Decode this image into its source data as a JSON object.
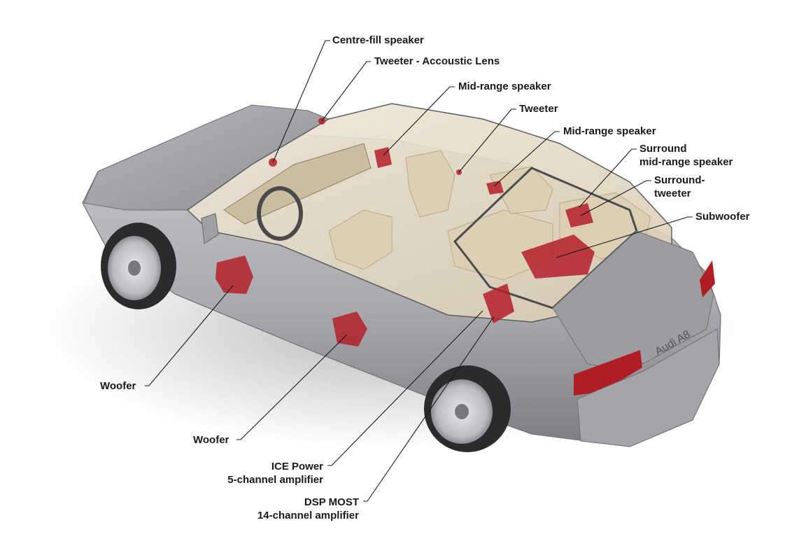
{
  "labels": {
    "centre_fill": "Centre-fill speaker",
    "tweeter_lens": "Tweeter - Accoustic Lens",
    "midrange_front": "Mid-range speaker",
    "tweeter_rear_door": "Tweeter",
    "midrange_rear": "Mid-range speaker",
    "surround_mid": [
      "Surround",
      "mid-range speaker"
    ],
    "surround_tweeter": [
      "Surround-",
      "tweeter"
    ],
    "subwoofer": "Subwoofer",
    "woofer_front": "Woofer",
    "woofer_rear": "Woofer",
    "ice_amp": [
      "ICE Power",
      "5-channel amplifier"
    ],
    "dsp_amp": [
      "DSP MOST",
      "14-channel amplifier"
    ]
  },
  "car": {
    "badge": "Audi A8"
  },
  "colors": {
    "body": "#a9aaad",
    "body_dark": "#7d7e82",
    "interior": "#e8dcc6",
    "speaker": "#b3202a",
    "tail_light": "#b01e24",
    "tire": "#2b2b2d"
  }
}
